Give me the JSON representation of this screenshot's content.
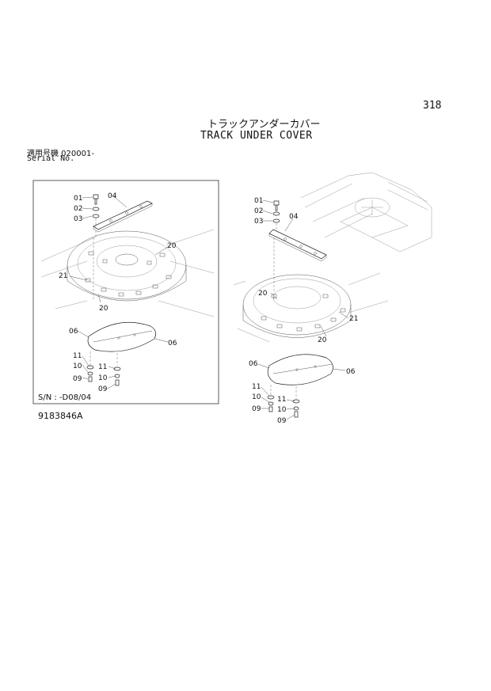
{
  "page": {
    "page_number": "318",
    "title_jp": "トラックアンダーカバー",
    "title_en": "TRACK UNDER COVER",
    "serial_jp": "適用号機  020001-",
    "serial_en": "Serial No.",
    "drawing_id": "9183846A"
  },
  "left_view": {
    "serial_range": "S/N : -D08/04",
    "labels": [
      "01",
      "02",
      "03",
      "04",
      "20",
      "21",
      "20",
      "06",
      "06",
      "11",
      "10",
      "09",
      "11",
      "10",
      "09"
    ]
  },
  "right_view": {
    "labels": [
      "01",
      "02",
      "03",
      "04",
      "20",
      "21",
      "20",
      "06",
      "06",
      "11",
      "10",
      "09",
      "11",
      "10",
      "09"
    ]
  }
}
